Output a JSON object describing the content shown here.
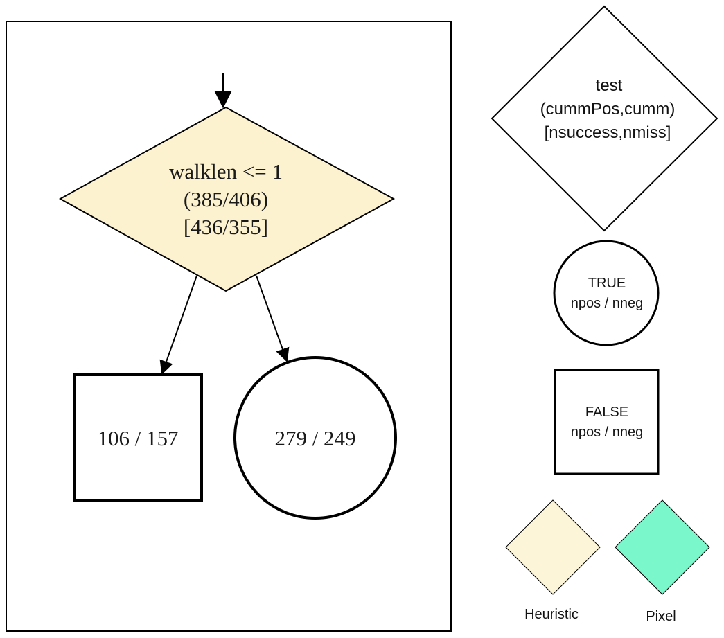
{
  "tree": {
    "root": {
      "line1": "walklen <= 1",
      "line2": "(385/406)",
      "line3": "[436/355]",
      "fill": "#fdf2d0"
    },
    "false_leaf": {
      "label": "106 / 157"
    },
    "true_leaf": {
      "label": "279 / 249"
    }
  },
  "legend": {
    "test_node": {
      "line1": "test",
      "line2": "(cummPos,cumm)",
      "line3": "[nsuccess,nmiss]"
    },
    "true_node": {
      "line1": "TRUE",
      "line2": "npos / nneg"
    },
    "false_node": {
      "line1": "FALSE",
      "line2": "npos / nneg"
    },
    "colors": [
      {
        "label": "Heuristic",
        "fill": "#fdf5d8"
      },
      {
        "label": "Pixel",
        "fill": "#7bf7cc"
      }
    ]
  }
}
